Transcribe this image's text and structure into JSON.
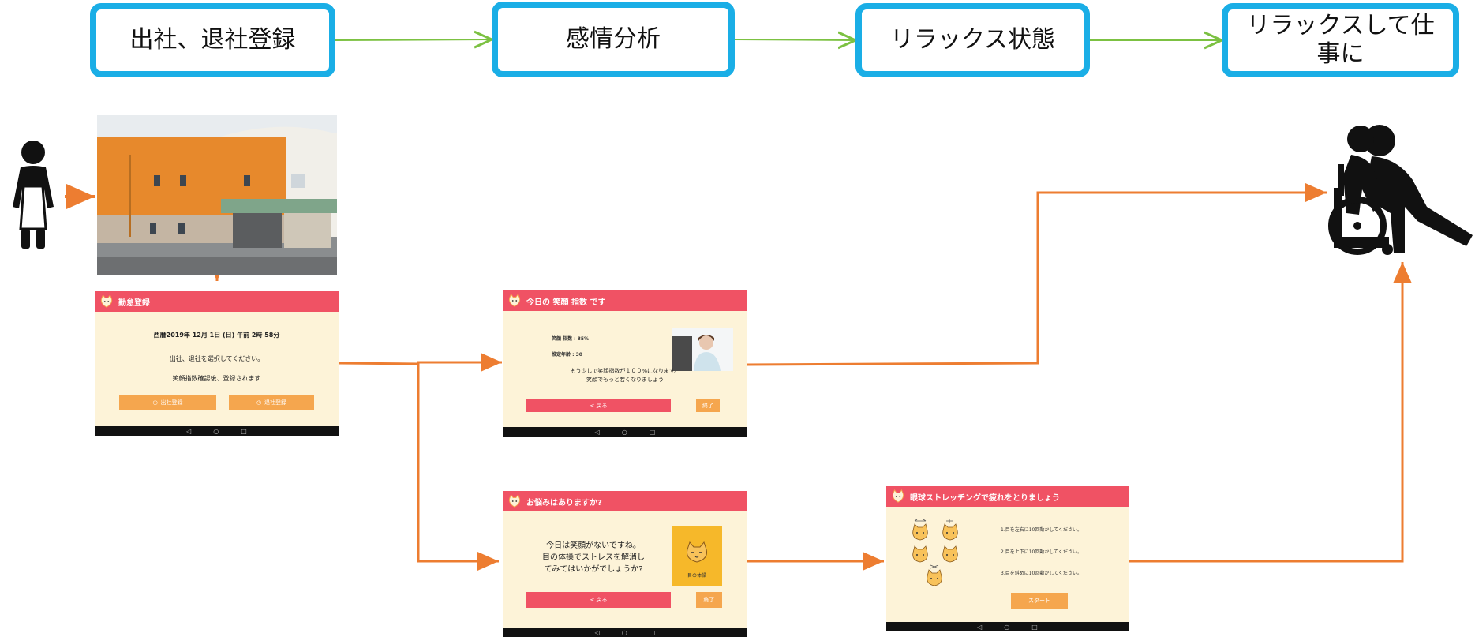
{
  "steps": [
    {
      "label": "出社、退社登録"
    },
    {
      "label": "感情分析"
    },
    {
      "label": "リラックス状態"
    },
    {
      "label": "リラックスして仕事に"
    }
  ],
  "screen_attendance": {
    "title": "勤怠登録",
    "datetime": "西暦2019年 12月 1日 (日) 午前 2時 58分",
    "prompt": "出社、退社を選択してください。",
    "note": "笑顔指数確認後、登録されます",
    "clock_in_label": "出社登録",
    "clock_out_label": "退社登録"
  },
  "screen_smile": {
    "title": "今日の 笑顔 指数 です",
    "smile_index": "笑顔 指数 : 85%",
    "estimated_age": "推定年齢 : 30",
    "message_line1": "もう少しで笑顔指数が１００%になります。",
    "message_line2": "笑顔でもっと若くなりましょう",
    "back_label": "< 戻る",
    "end_label": "終了"
  },
  "screen_worry": {
    "title": "お悩みはありますか?",
    "message_line1": "今日は笑顔がないですね。",
    "message_line2": "目の体操でストレスを解消し",
    "message_line3": "てみてはいかがでしょうか?",
    "card_label": "目の体操",
    "back_label": "< 戻る",
    "end_label": "終了"
  },
  "screen_stretch": {
    "title": "眼球ストレッチングで疲れをとりましょう",
    "instruction1": "1.目を左右に10回動かしてください。",
    "instruction2": "2.目を上下に10回動かしてください。",
    "instruction3": "3.目を斜めに10回動かしてください。",
    "start_label": "スタート"
  },
  "colors": {
    "step_border": "#1aaee6",
    "flow_green": "#7cc142",
    "flow_orange": "#ed7d31",
    "header_pink": "#f05264",
    "screen_bg": "#fdf3d8",
    "button_orange": "#f5a64e"
  }
}
